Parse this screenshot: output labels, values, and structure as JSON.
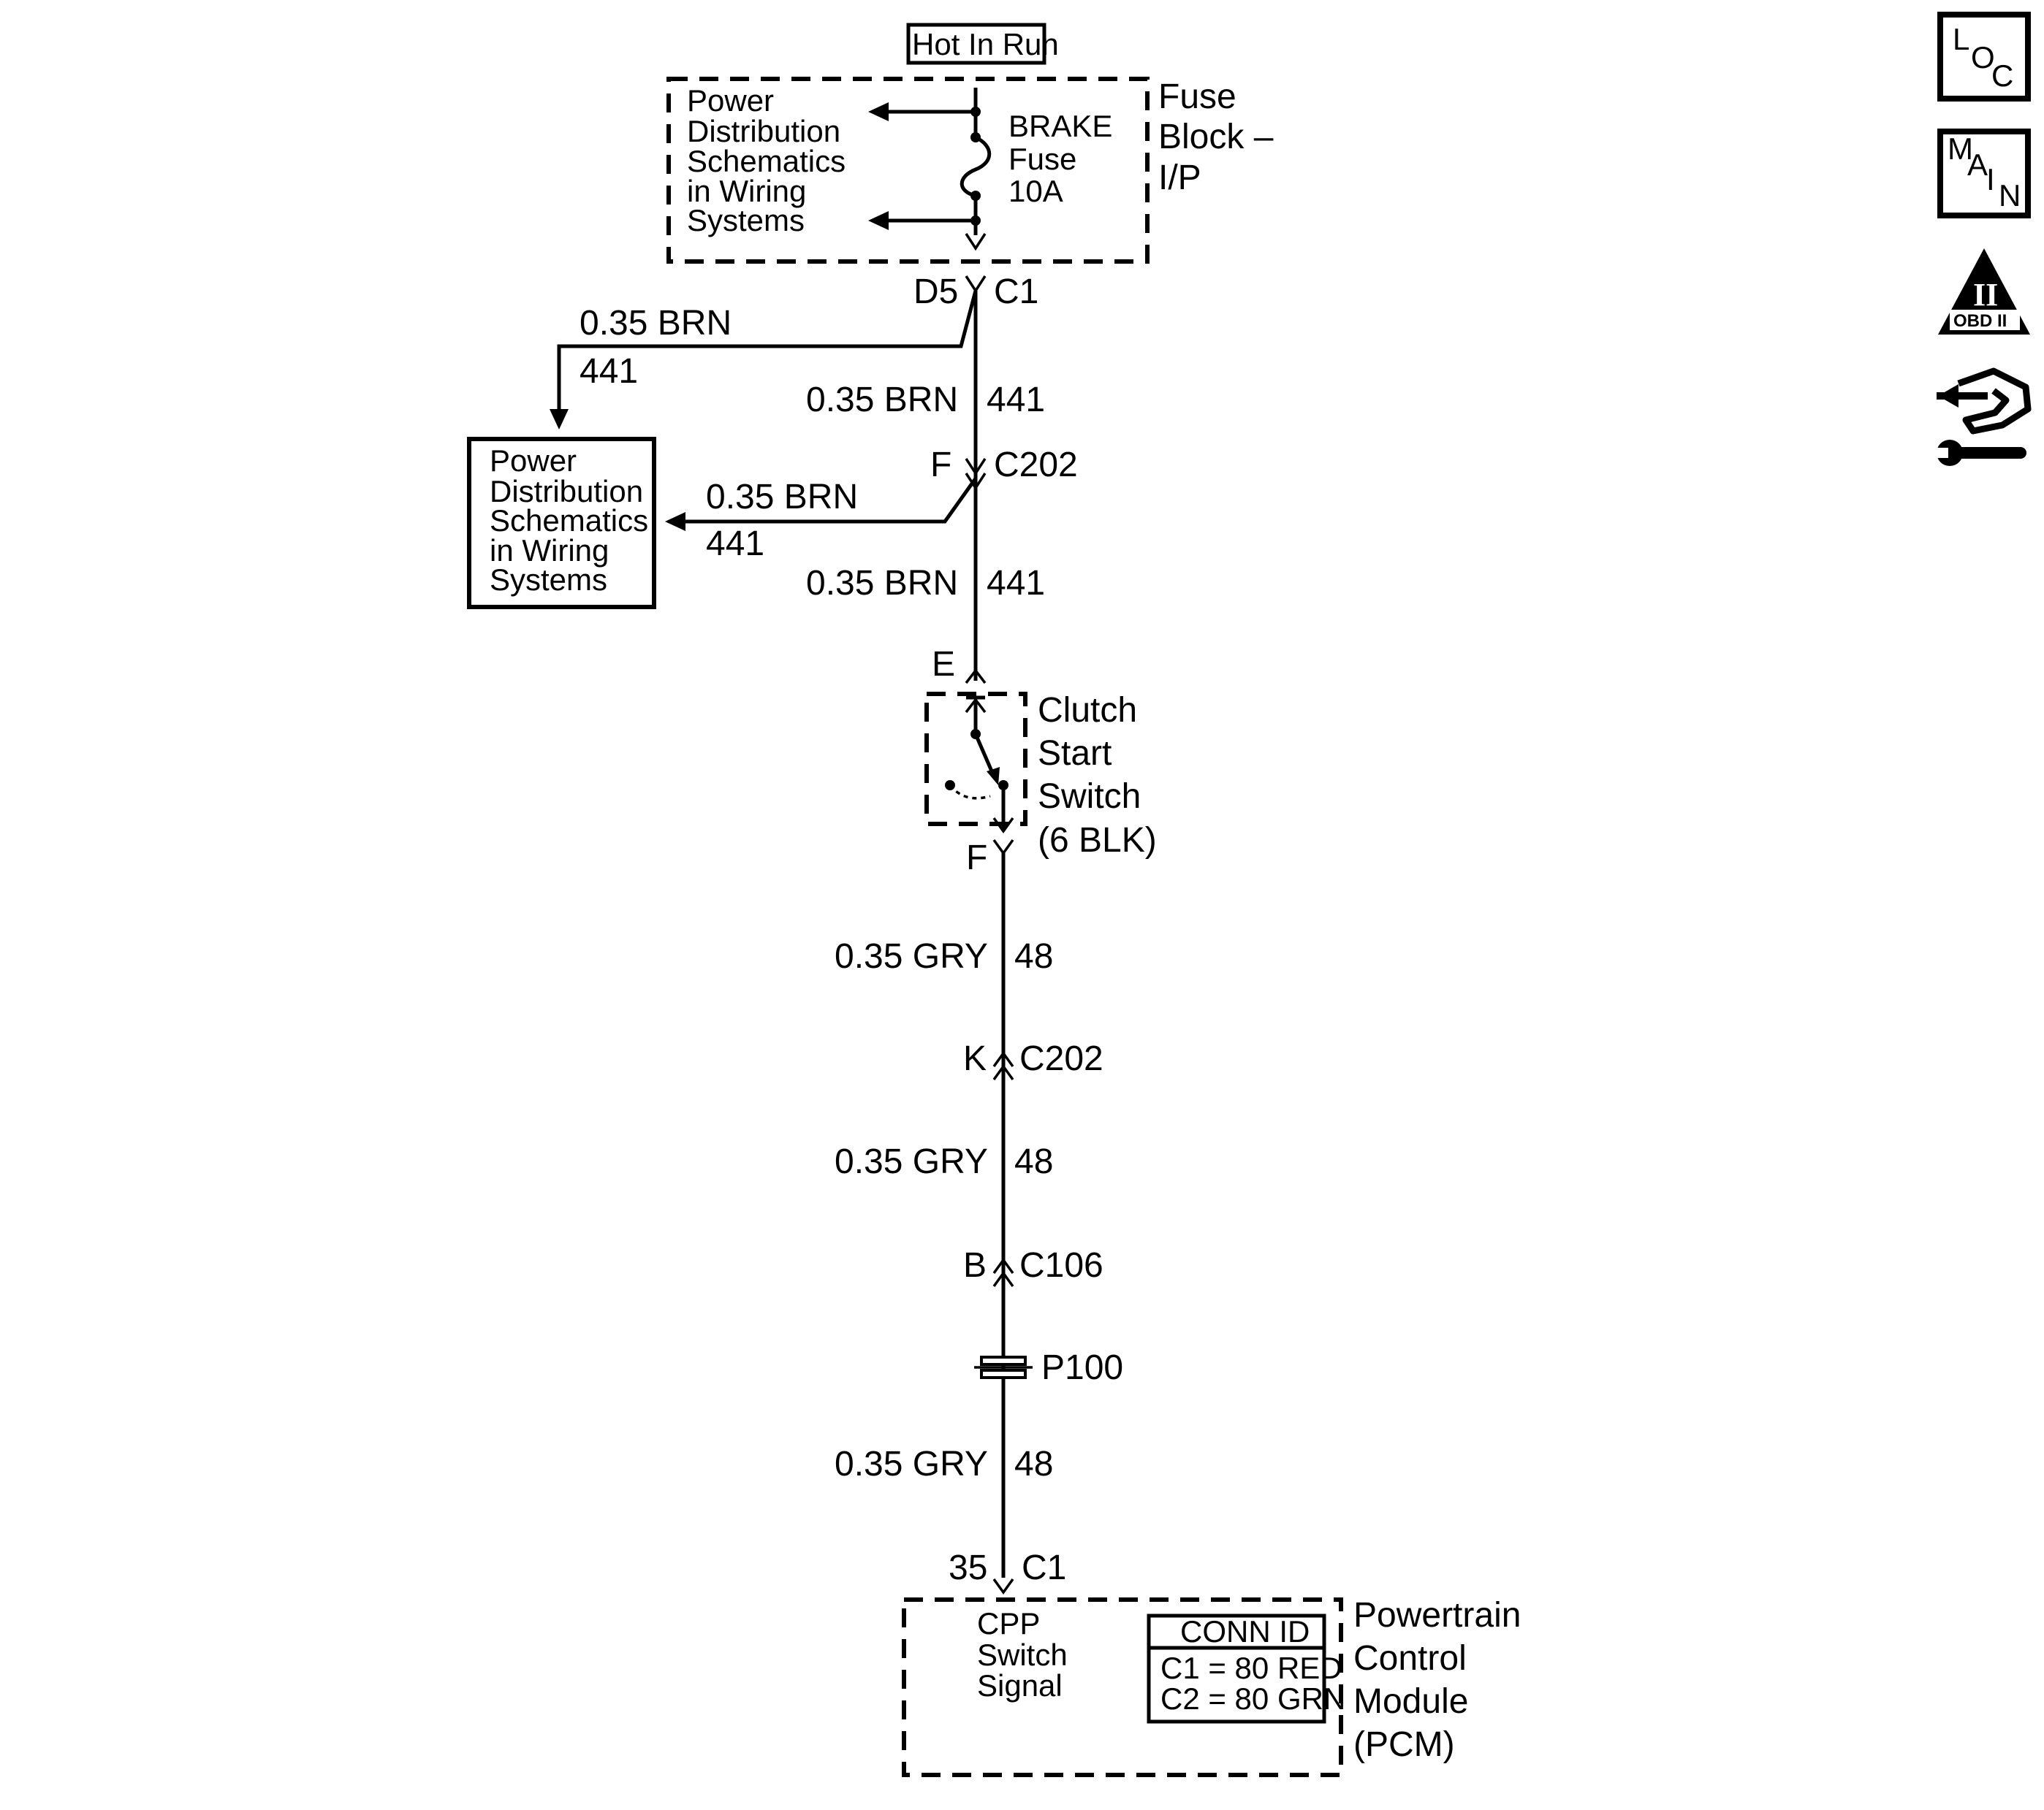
{
  "hot_in_run": "Hot In Run",
  "fuse_block": {
    "line1": "Fuse",
    "line2": "Block –",
    "line3": "I/P",
    "fuse_name": "BRAKE",
    "fuse_word": "Fuse",
    "fuse_rating": "10A",
    "ref_lines": [
      "Power",
      "Distribution",
      "Schematics",
      "in Wiring",
      "Systems"
    ]
  },
  "connector_c1_top": {
    "pin": "D5",
    "name": "C1"
  },
  "branch1": {
    "gauge": "0.35 BRN",
    "circuit": "441"
  },
  "wire_seg1": {
    "gauge": "0.35 BRN",
    "circuit": "441"
  },
  "ref_box": {
    "lines": [
      "Power",
      "Distribution",
      "Schematics",
      "in Wiring",
      "Systems"
    ]
  },
  "connector_c202_a": {
    "pin": "F",
    "name": "C202"
  },
  "branch2": {
    "gauge": "0.35 BRN",
    "circuit": "441"
  },
  "wire_seg2": {
    "gauge": "0.35 BRN",
    "circuit": "441"
  },
  "clutch_switch": {
    "pin_in": "E",
    "pin_out": "F",
    "lines": [
      "Clutch",
      "Start",
      "Switch",
      "(6 BLK)"
    ]
  },
  "wire_seg3": {
    "gauge": "0.35 GRY",
    "circuit": "48"
  },
  "connector_c202_b": {
    "pin": "K",
    "name": "C202"
  },
  "wire_seg4": {
    "gauge": "0.35 GRY",
    "circuit": "48"
  },
  "connector_c106": {
    "pin": "B",
    "name": "C106"
  },
  "passthrough": {
    "name": "P100"
  },
  "wire_seg5": {
    "gauge": "0.35 GRY",
    "circuit": "48"
  },
  "connector_c1_pcm": {
    "pin": "35",
    "name": "C1"
  },
  "pcm": {
    "signal_lines": [
      "CPP",
      "Switch",
      "Signal"
    ],
    "conn_id_title": "CONN ID",
    "conn_id_rows": [
      "C1 = 80 RED",
      "C2 = 80 GRN"
    ],
    "name_lines": [
      "Powertrain",
      "Control",
      "Module",
      "(PCM)"
    ]
  },
  "side_icons": {
    "loc": {
      "letters": [
        "L",
        "O",
        "C"
      ]
    },
    "main": {
      "letters": [
        "M",
        "A",
        "I",
        "N"
      ]
    },
    "obd": {
      "numeral": "II",
      "caption": "OBD II"
    }
  }
}
